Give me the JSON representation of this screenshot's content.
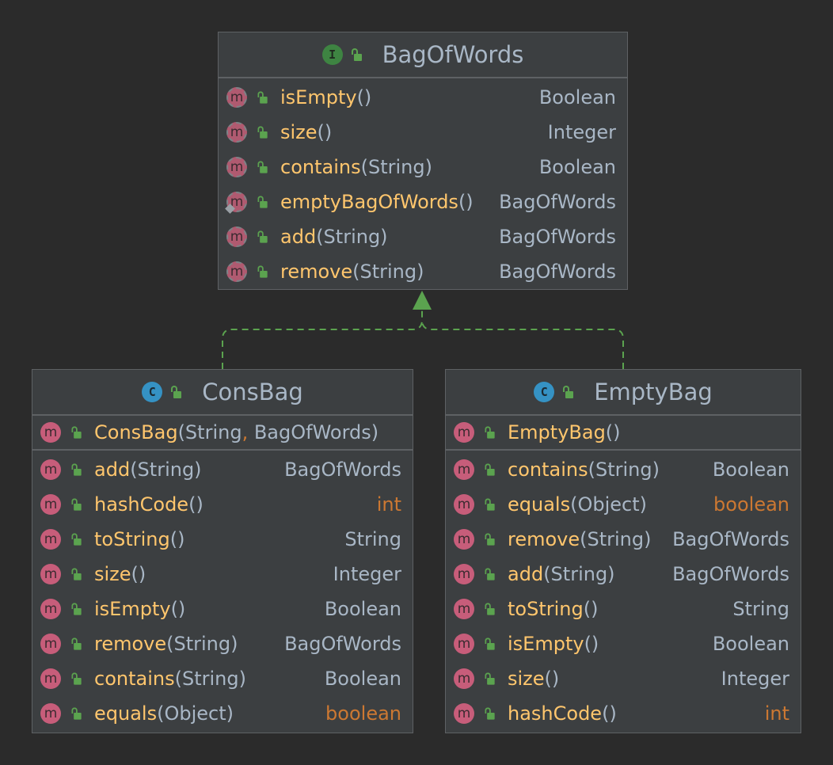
{
  "interface": {
    "kind_letter": "I",
    "name": "BagOfWords",
    "methods": [
      {
        "name": "isEmpty",
        "params": "()",
        "ret": "Boolean"
      },
      {
        "name": "size",
        "params": "()",
        "ret": "Integer"
      },
      {
        "name": "contains",
        "params": "(String)",
        "ret": "Boolean"
      },
      {
        "name": "emptyBagOfWords",
        "params": "()",
        "ret": "BagOfWords"
      },
      {
        "name": "add",
        "params": "(String)",
        "ret": "BagOfWords"
      },
      {
        "name": "remove",
        "params": "(String)",
        "ret": "BagOfWords"
      }
    ]
  },
  "consbag": {
    "kind_letter": "C",
    "name": "ConsBag",
    "ctor": {
      "name": "ConsBag",
      "p_open": "(String",
      "comma": ",",
      "p_close": " BagOfWords)"
    },
    "methods": [
      {
        "name": "add",
        "params": "(String)",
        "ret": "BagOfWords"
      },
      {
        "name": "hashCode",
        "params": "()",
        "ret": "int"
      },
      {
        "name": "toString",
        "params": "()",
        "ret": "String"
      },
      {
        "name": "size",
        "params": "()",
        "ret": "Integer"
      },
      {
        "name": "isEmpty",
        "params": "()",
        "ret": "Boolean"
      },
      {
        "name": "remove",
        "params": "(String)",
        "ret": "BagOfWords"
      },
      {
        "name": "contains",
        "params": "(String)",
        "ret": "Boolean"
      },
      {
        "name": "equals",
        "params": "(Object)",
        "ret": "boolean"
      }
    ]
  },
  "emptybag": {
    "kind_letter": "C",
    "name": "EmptyBag",
    "ctor": {
      "name": "EmptyBag",
      "params": "()"
    },
    "methods": [
      {
        "name": "contains",
        "params": "(String)",
        "ret": "Boolean"
      },
      {
        "name": "equals",
        "params": "(Object)",
        "ret": "boolean"
      },
      {
        "name": "remove",
        "params": "(String)",
        "ret": "BagOfWords"
      },
      {
        "name": "add",
        "params": "(String)",
        "ret": "BagOfWords"
      },
      {
        "name": "toString",
        "params": "()",
        "ret": "String"
      },
      {
        "name": "isEmpty",
        "params": "()",
        "ret": "Boolean"
      },
      {
        "name": "size",
        "params": "()",
        "ret": "Integer"
      },
      {
        "name": "hashCode",
        "params": "()",
        "ret": "int"
      }
    ]
  },
  "method_icon_letter": "m",
  "colors": {
    "background": "#2b2b2b",
    "box": "#3c3f41",
    "method_name": "#ffc66d",
    "primitive_type": "#cc7832",
    "edge": "#5ba34f"
  }
}
